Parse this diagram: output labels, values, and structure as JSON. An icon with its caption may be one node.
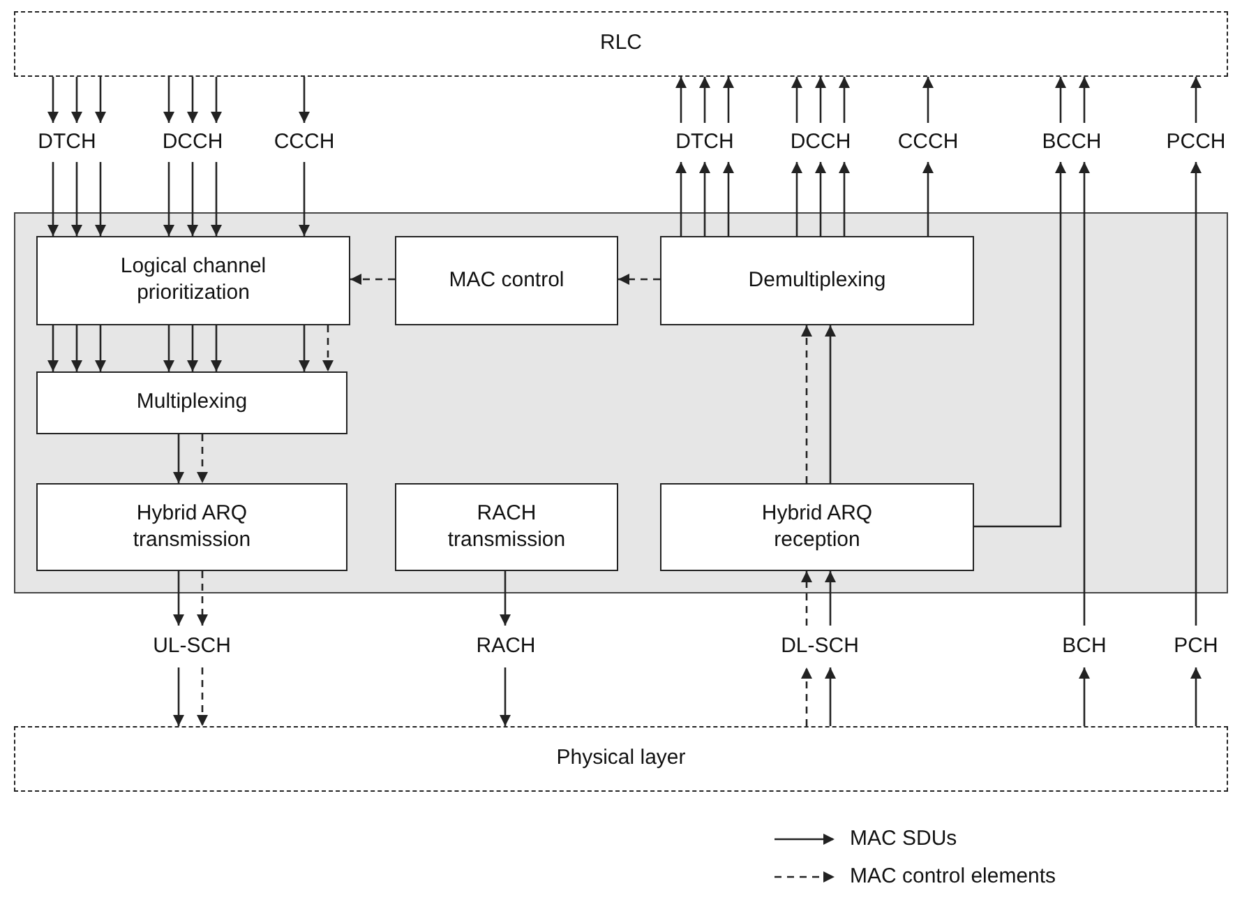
{
  "diagram": {
    "nodes": [
      {
        "text": [
          "RLC"
        ]
      },
      {
        "text": [
          "DTCH"
        ]
      },
      {
        "text": [
          "DCCH"
        ]
      },
      {
        "text": [
          "CCCH"
        ]
      },
      {
        "text": [
          "DTCH"
        ]
      },
      {
        "text": [
          "DCCH"
        ]
      },
      {
        "text": [
          "CCCH"
        ]
      },
      {
        "text": [
          "BCCH"
        ]
      },
      {
        "text": [
          "PCCH"
        ]
      },
      {
        "text": [],
        "shape": "box"
      },
      {
        "text": [
          "Logical channel prioritization"
        ],
        "in": 9
      },
      {
        "text": [
          "MAC control"
        ],
        "in": 9
      },
      {
        "text": [
          "Demultiplexing"
        ],
        "in": 9
      },
      {
        "text": [
          "Multiplexing"
        ],
        "in": 9
      },
      {
        "text": [
          "Hybrid ARQ transmission"
        ],
        "in": 9
      },
      {
        "text": [
          "RACH transmission"
        ],
        "in": 9
      },
      {
        "text": [
          "Hybrid ARQ reception"
        ],
        "in": 9
      },
      {
        "text": [
          "UL-SCH"
        ]
      },
      {
        "text": [
          "RACH"
        ]
      },
      {
        "text": [
          "DL-SCH"
        ]
      },
      {
        "text": [
          "BCH"
        ]
      },
      {
        "text": [
          "PCH"
        ]
      },
      {
        "text": [
          "Physical layer"
        ]
      }
    ],
    "edges": [
      {
        "from": 0,
        "to": 1,
        "arrow": "to"
      },
      {
        "from": 0,
        "to": 1,
        "arrow": "to"
      },
      {
        "from": 0,
        "to": 1,
        "arrow": "to"
      },
      {
        "from": 0,
        "to": 2,
        "arrow": "to"
      },
      {
        "from": 0,
        "to": 2,
        "arrow": "to"
      },
      {
        "from": 0,
        "to": 2,
        "arrow": "to"
      },
      {
        "from": 0,
        "to": 3,
        "arrow": "to"
      },
      {
        "from": 1,
        "to": 10,
        "arrow": "to"
      },
      {
        "from": 1,
        "to": 10,
        "arrow": "to"
      },
      {
        "from": 1,
        "to": 10,
        "arrow": "to"
      },
      {
        "from": 2,
        "to": 10,
        "arrow": "to"
      },
      {
        "from": 2,
        "to": 10,
        "arrow": "to"
      },
      {
        "from": 2,
        "to": 10,
        "arrow": "to"
      },
      {
        "from": 3,
        "to": 10,
        "arrow": "to"
      },
      {
        "from": 10,
        "to": 13,
        "arrow": "to"
      },
      {
        "from": 10,
        "to": 13,
        "arrow": "to"
      },
      {
        "from": 10,
        "to": 13,
        "arrow": "to"
      },
      {
        "from": 10,
        "to": 13,
        "arrow": "to"
      },
      {
        "from": 10,
        "to": 13,
        "arrow": "to"
      },
      {
        "from": 10,
        "to": 13,
        "arrow": "to"
      },
      {
        "from": 10,
        "to": 13,
        "arrow": "to"
      },
      {
        "from": 10,
        "to": 13,
        "arrow": "to",
        "style": "dashed"
      },
      {
        "from": 11,
        "to": 10,
        "arrow": "to",
        "style": "dashed"
      },
      {
        "from": 12,
        "to": 11,
        "arrow": "to",
        "style": "dashed"
      },
      {
        "from": 13,
        "to": 14,
        "arrow": "to"
      },
      {
        "from": 13,
        "to": 14,
        "arrow": "to",
        "style": "dashed"
      },
      {
        "from": 14,
        "to": 17,
        "arrow": "to"
      },
      {
        "from": 14,
        "to": 17,
        "arrow": "to",
        "style": "dashed"
      },
      {
        "from": 17,
        "to": 22,
        "arrow": "to"
      },
      {
        "from": 17,
        "to": 22,
        "arrow": "to",
        "style": "dashed"
      },
      {
        "from": 15,
        "to": 18,
        "arrow": "to"
      },
      {
        "from": 18,
        "to": 22,
        "arrow": "to"
      },
      {
        "from": 22,
        "to": 19,
        "arrow": "to",
        "style": "dashed"
      },
      {
        "from": 22,
        "to": 19,
        "arrow": "to"
      },
      {
        "from": 19,
        "to": 16,
        "arrow": "to",
        "style": "dashed"
      },
      {
        "from": 19,
        "to": 16,
        "arrow": "to"
      },
      {
        "from": 16,
        "to": 12,
        "arrow": "to",
        "style": "dashed"
      },
      {
        "from": 16,
        "to": 12,
        "arrow": "to"
      },
      {
        "from": 12,
        "to": 4,
        "arrow": "to"
      },
      {
        "from": 12,
        "to": 4,
        "arrow": "to"
      },
      {
        "from": 12,
        "to": 4,
        "arrow": "to"
      },
      {
        "from": 12,
        "to": 5,
        "arrow": "to"
      },
      {
        "from": 12,
        "to": 5,
        "arrow": "to"
      },
      {
        "from": 12,
        "to": 5,
        "arrow": "to"
      },
      {
        "from": 12,
        "to": 6,
        "arrow": "to"
      },
      {
        "from": 4,
        "to": 0,
        "arrow": "to"
      },
      {
        "from": 4,
        "to": 0,
        "arrow": "to"
      },
      {
        "from": 4,
        "to": 0,
        "arrow": "to"
      },
      {
        "from": 5,
        "to": 0,
        "arrow": "to"
      },
      {
        "from": 5,
        "to": 0,
        "arrow": "to"
      },
      {
        "from": 5,
        "to": 0,
        "arrow": "to"
      },
      {
        "from": 6,
        "to": 0,
        "arrow": "to"
      },
      {
        "from": 7,
        "to": 0,
        "arrow": "to"
      },
      {
        "from": 7,
        "to": 0,
        "arrow": "to"
      },
      {
        "from": 8,
        "to": 0,
        "arrow": "to"
      },
      {
        "from": 16,
        "to": 7,
        "arrow": "to"
      },
      {
        "from": 20,
        "to": 7,
        "arrow": "to"
      },
      {
        "from": 22,
        "to": 20,
        "arrow": "to"
      },
      {
        "from": 21,
        "to": 8,
        "arrow": "to"
      },
      {
        "from": 22,
        "to": 21,
        "arrow": "to"
      }
    ],
    "legend": [
      {
        "text": "MAC SDUs"
      },
      {
        "text": "MAC control elements"
      }
    ]
  }
}
